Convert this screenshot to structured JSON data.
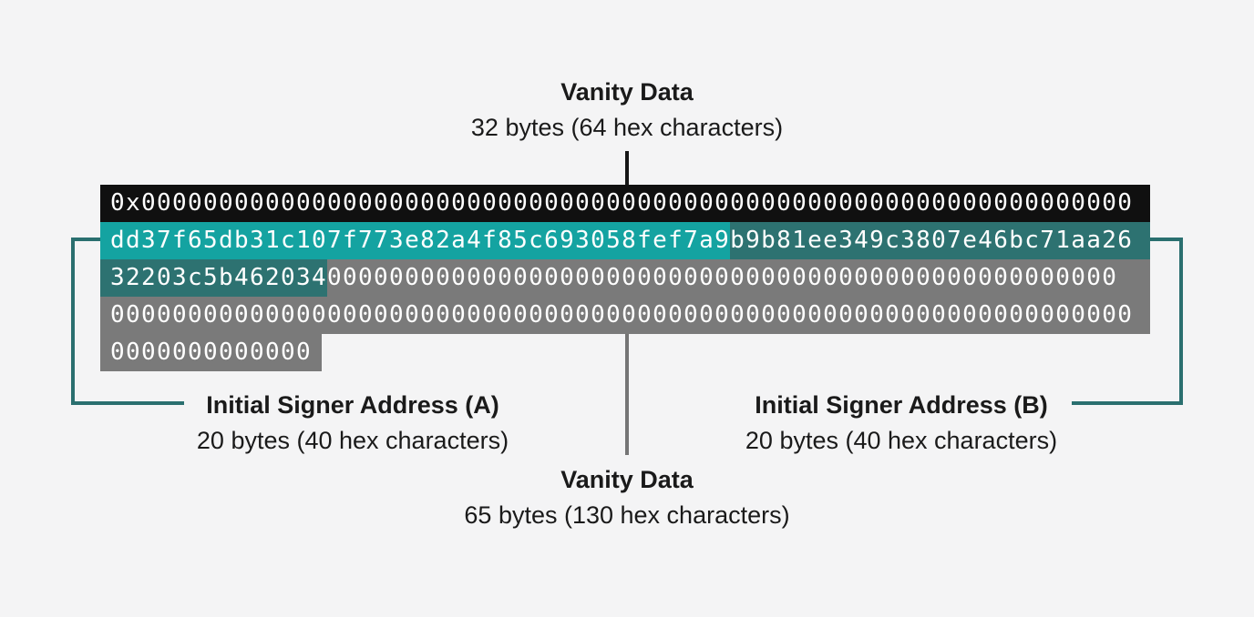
{
  "colors": {
    "page_bg": "#f4f4f5",
    "black": "#101010",
    "teal": "#14a3a1",
    "teal_dark": "#2d7271",
    "gray": "#7a7a7a",
    "bracket": "#2a6f6f",
    "line_gray": "#757575",
    "line_black": "#161616",
    "text": "#1a1a1a",
    "hex_text": "#ffffff"
  },
  "labels": {
    "top": {
      "title": "Vanity Data",
      "subtitle": "32 bytes (64 hex characters)"
    },
    "signer_a": {
      "title": "Initial Signer Address (A)",
      "subtitle": "20 bytes (40 hex characters)"
    },
    "signer_b": {
      "title": "Initial Signer Address (B)",
      "subtitle": "20 bytes (40 hex characters)"
    },
    "bottom": {
      "title": "Vanity Data",
      "subtitle": "65 bytes (130 hex characters)"
    }
  },
  "hex": {
    "rows": [
      {
        "segments": [
          {
            "name": "prefix-and-vanity-zeros",
            "bg": "black",
            "text": "0x0000000000000000000000000000000000000000000000000000000000000000"
          }
        ]
      },
      {
        "segments": [
          {
            "name": "signer-a-address",
            "bg": "teal",
            "text": "dd37f65db31c107f773e82a4f85c693058fef7a9"
          },
          {
            "name": "signer-b-address-part1",
            "bg": "teal_dark",
            "text": "b9b81ee349c3807e46bc71aa26"
          }
        ]
      },
      {
        "segments": [
          {
            "name": "signer-b-address-part2",
            "bg": "teal_dark",
            "text": "32203c5b462034"
          },
          {
            "name": "vanity-zeros",
            "bg": "gray",
            "text": "000000000000000000000000000000000000000000000000000"
          }
        ]
      },
      {
        "segments": [
          {
            "name": "vanity-zeros",
            "bg": "gray",
            "text": "000000000000000000000000000000000000000000000000000000000000000000"
          }
        ]
      },
      {
        "segments": [
          {
            "name": "vanity-zeros",
            "bg": "gray",
            "text": "0000000000000"
          }
        ]
      }
    ]
  }
}
